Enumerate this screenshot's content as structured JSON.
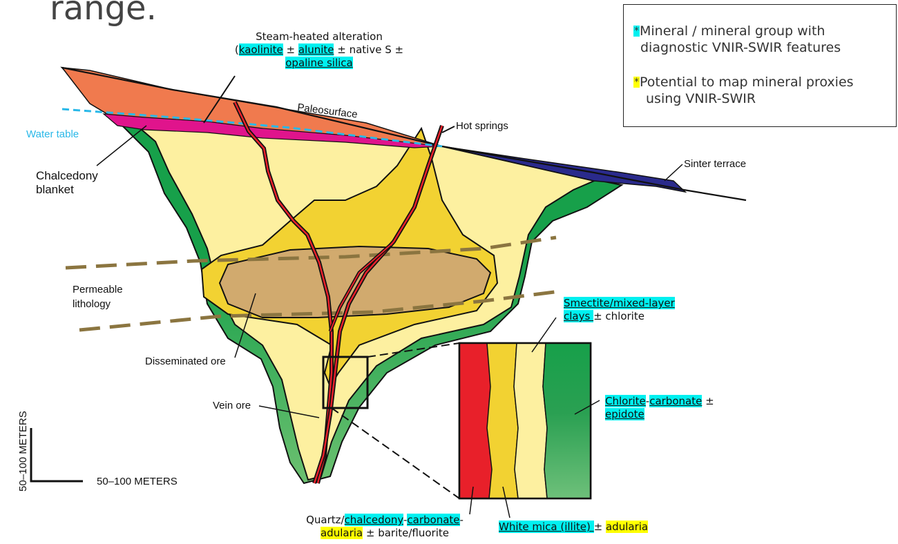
{
  "heading": "range.",
  "legend": {
    "star": "*",
    "row1_line1": "Mineral / mineral group with",
    "row1_line2": "diagnostic VNIR-SWIR features",
    "row2_line1": "Potential to map mineral proxies",
    "row2_line2": "using VNIR-SWIR"
  },
  "labels": {
    "steam_heated": "Steam-heated alteration",
    "steam_open": "(",
    "kaolinite": "kaolinite",
    "pm": "±",
    "alunite": "alunite",
    "native_s": "± native S ±",
    "opaline_silica": "opaline silica",
    "paleosurface": "Paleosurface",
    "hot_springs": "Hot springs",
    "water_table": "Water table",
    "sinter_terrace": "Sinter terrace",
    "chalcedony_blanket_1": "Chalcedony",
    "chalcedony_blanket_2": "blanket",
    "permeable_1": "Permeable",
    "permeable_2": "lithology",
    "disseminated_ore": "Disseminated ore",
    "vein_ore": "Vein ore",
    "scale_x": "50–100 METERS",
    "scale_y": "50–100 METERS",
    "smectite": "Smectite/mixed-layer",
    "clays": "clays ",
    "chlorite_pm": "± chlorite",
    "chlorite": "Chlorite",
    "carbonate": "carbonate",
    "dash": "-",
    "epidote": "epidote",
    "quartz": "Quartz/",
    "chalcedony": "chalcedony",
    "carbonate2": "carbonate",
    "adularia": "adularia",
    "barite": "± barite/fluorite",
    "white_mica": "White mica (illite) ",
    "adularia2": "adularia"
  },
  "colors": {
    "cyan_highlight": "#00f0f0",
    "yellow_highlight": "#ffff00",
    "outer_green": "#3fa94f",
    "pale_yellow": "#fdf0a0",
    "gold": "#f2d232",
    "ore_tan": "#d1aa6e",
    "steam_orange": "#f07a4e",
    "magenta": "#e0148c",
    "sinter_navy": "#2a2a8c",
    "vein_red": "#e8202a",
    "water_blue": "#29b8e8",
    "permeable_dash": "#8b7540"
  }
}
